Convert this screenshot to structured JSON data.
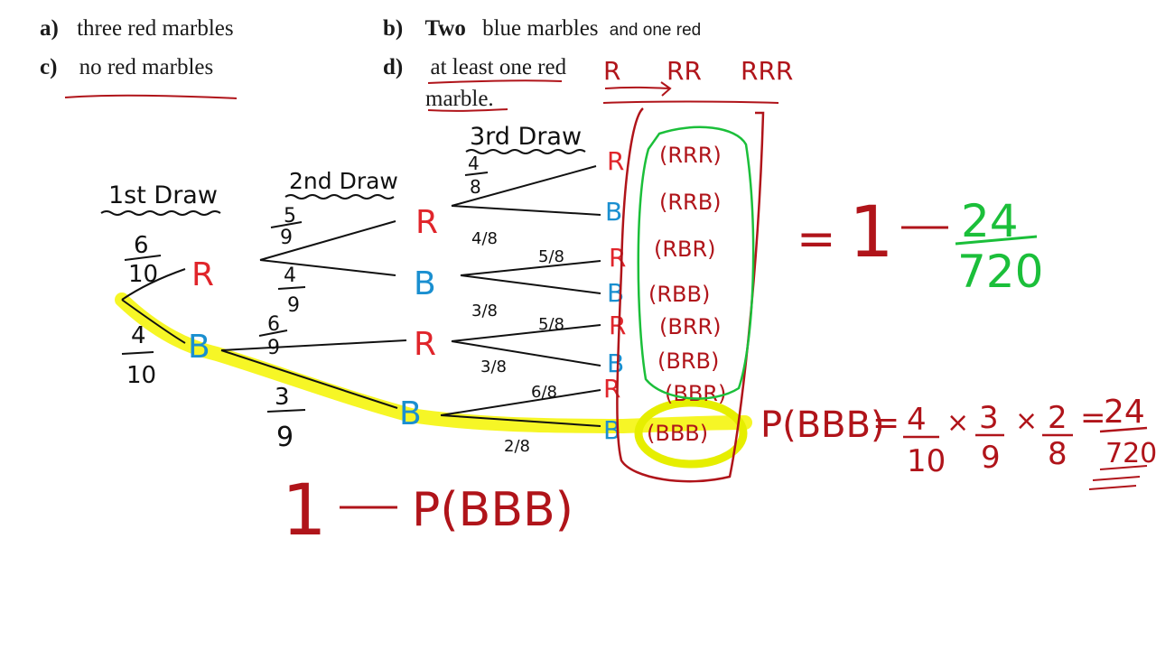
{
  "questions": {
    "a": {
      "letter": "a)",
      "text": "three red marbles"
    },
    "b": {
      "letter": "b)",
      "bold": "Two",
      "text": "blue marbles",
      "tail": "and one red"
    },
    "c": {
      "letter": "c)",
      "text": "no red marbles"
    },
    "d": {
      "letter": "d)",
      "line1": "at least one red",
      "line2": "marble."
    }
  },
  "note": {
    "r1": "R",
    "r2": "RR",
    "r3": "RRR"
  },
  "tree": {
    "headings": [
      "1st Draw",
      "2nd Draw",
      "3rd Draw"
    ],
    "labels": {
      "red": "R",
      "blue": "B"
    },
    "colors": {
      "red": "#e0252b",
      "blue": "#1a8fd0",
      "ink": "#b0141a",
      "green": "#1bbf3a",
      "highlight": "#f5f500"
    },
    "first": {
      "r_num": "6",
      "r_den": "10",
      "b_num": "4",
      "b_den": "10"
    },
    "second": {
      "rr_num": "5",
      "rr_den": "9",
      "rb_num": "4",
      "rb_den": "9",
      "br_num": "6",
      "br_den": "9",
      "bb_num": "3",
      "bb_den": "9"
    },
    "third": {
      "f1_num": "4",
      "f1_den": "8",
      "f2": "4/8",
      "f3": "5/8",
      "f4": "3/8",
      "f5": "5/8",
      "f6": "3/8",
      "f7": "6/8",
      "f8": "2/8"
    }
  },
  "outcomes": [
    "(RRR)",
    "(RRB)",
    "(RBR)",
    "(RBB)",
    "(BRR)",
    "(BRB)",
    "(BBR)",
    "(BBB)"
  ],
  "complement": {
    "equals": "=",
    "one": "1",
    "num": "24",
    "den": "720"
  },
  "pbbb": {
    "label": "P(BBB)",
    "eq": "=",
    "times": "×",
    "f1_num": "4",
    "f1_den": "10",
    "f2_num": "3",
    "f2_den": "9",
    "f3_num": "2",
    "f3_den": "8",
    "res_num": "24",
    "res_den": "720"
  },
  "one_minus": {
    "one": "1",
    "p": "P(BBB)"
  }
}
